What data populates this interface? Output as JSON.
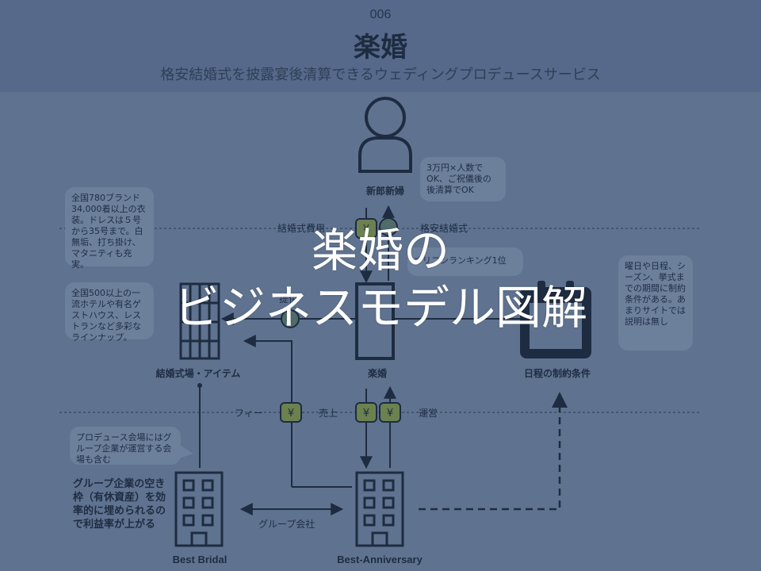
{
  "header": {
    "number": "006",
    "title": "楽婚",
    "subtitle": "格安結婚式を披露宴後清算できるウェディングプロデュースサービス"
  },
  "nodes": {
    "couple": "新郎新婦",
    "venues": "結婚式場・アイテム",
    "rakukon": "楽婚",
    "schedule": "日程の制約条件",
    "best_bridal": "Best Bridal",
    "best_anniversary": "Best-Anniversary"
  },
  "bubbles": {
    "price": "3万円×人数でOK、ご祝儀後の後清算でOK",
    "dresses": "全国780ブランド34,000着以上の衣装。ドレスは５号から35号まで。白無垢、打ち掛け、マタニティも充実。",
    "hotels": "全国500以上の一流ホテルや有名ゲストハウス、レストランなど多彩なラインナップ。",
    "ranking": "オリコンランキング1位",
    "schedule_note": "曜日や日程、シーズン、挙式までの期間に制約条件がある。あまりサイトでは説明は無し",
    "produce_note": "プロデュース会場にはグループ企業が運営する会場も含む"
  },
  "flows": {
    "wedding_fee": "結婚式費用",
    "cheap_wedding": "格安結婚式",
    "provide": "提供",
    "fee": "フィー",
    "sales": "売上",
    "operation": "運営",
    "group_company": "グループ会社"
  },
  "notes": {
    "group_vacancy": "グループ企業の空き枠（有休資産）を効率的に埋められるので利益率が上がる"
  },
  "overlay": {
    "line1": "楽婚の",
    "line2": "ビジネスモデル図解"
  },
  "icons": {
    "yen": "¥"
  },
  "colors": {
    "background": "#5f7390",
    "ink": "#1e2c41",
    "yen_badge": "#6b8150",
    "dot_badge": "#4f6b6a"
  }
}
